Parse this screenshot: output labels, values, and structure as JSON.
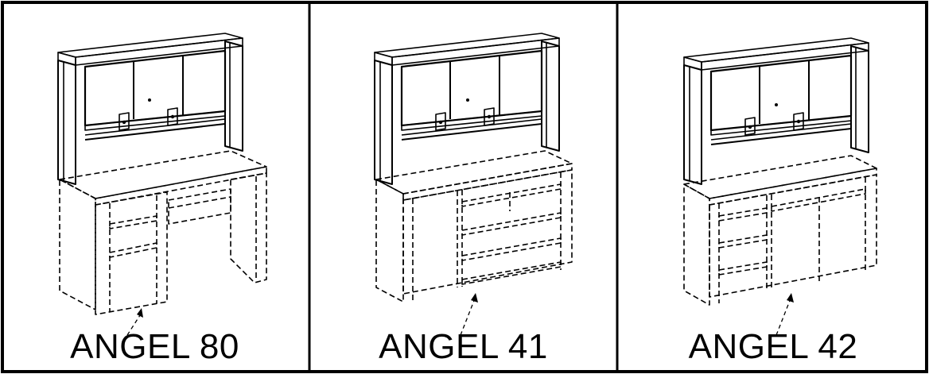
{
  "panels": [
    {
      "label": "ANGEL 80",
      "base": "desk"
    },
    {
      "label": "ANGEL 41",
      "base": "dresser"
    },
    {
      "label": "ANGEL 42",
      "base": "cabinet"
    }
  ],
  "colors": {
    "ink": "#000000",
    "background": "#ffffff"
  }
}
